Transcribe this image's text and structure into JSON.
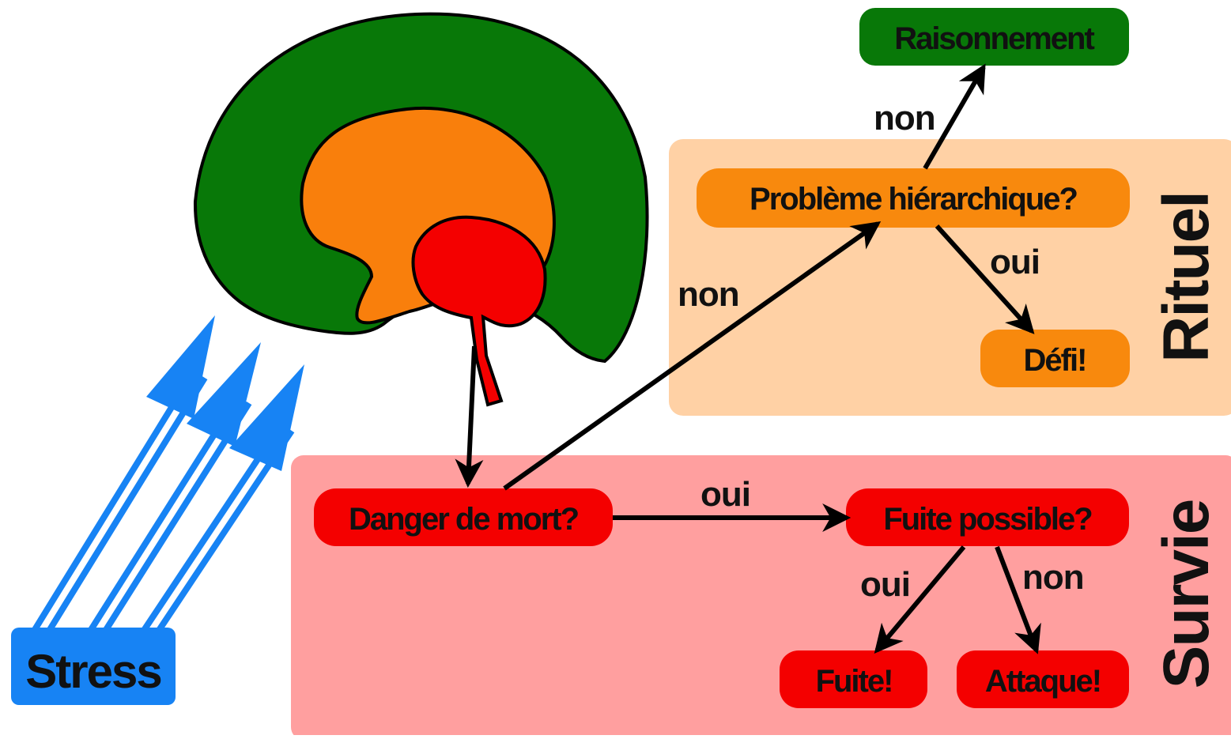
{
  "colors": {
    "brain_outer": "#087808",
    "brain_middle": "#f97f0c",
    "brain_inner": "#f40000",
    "ritual_zone": "#ffd1a5",
    "survival_zone": "#ff9f9f",
    "stress": "#1783f4",
    "reasoning": "#087808",
    "ritual_node": "#f8890d",
    "survival_node": "#f40000"
  },
  "zones": {
    "ritual": "Rituel",
    "survival": "Survie"
  },
  "nodes": {
    "stress": "Stress",
    "reasoning": "Raisonnement",
    "hierarchy_question": "Problème hiérarchique?",
    "challenge": "Défi!",
    "death_danger": "Danger de mort?",
    "escape_question": "Fuite possible?",
    "escape": "Fuite!",
    "attack": "Attaque!"
  },
  "edge_labels": {
    "danger_to_hierarchy": "non",
    "hierarchy_to_reasoning": "non",
    "hierarchy_to_challenge": "oui",
    "danger_to_escape_question": "oui",
    "escape_question_to_escape": "oui",
    "escape_question_to_attack": "non"
  },
  "icons": {
    "brain": "brain-illustration",
    "stress_arrows": "blue-arrows-icon"
  }
}
